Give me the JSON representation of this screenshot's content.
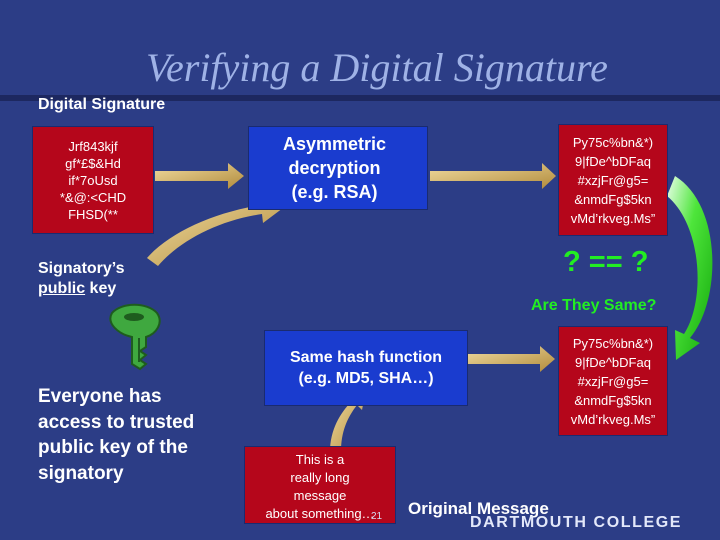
{
  "slide": {
    "title": "Verifying a Digital Signature",
    "digital_signature_label": "Digital Signature",
    "signature_text": "Jrf843kjf\ngf*£$&Hd\nif*7oUsd\n*&@:<CHD\nFHSD(**",
    "asymmetric_label": "Asymmetric\ndecryption\n(e.g. RSA)",
    "decrypted_hash_top": "Py75c%bn&*)\n9|fDe^bDFaq\n#xzjFr@g5=\n&nmdFg$5kn\nvMd’rkveg.Ms”",
    "compare_label": "? == ?",
    "are_same_label": "Are They Same?",
    "public_key_label_prefix": "Signatory’s",
    "public_key_label_underlined": "public",
    "public_key_label_suffix": " key",
    "everyone_text": "Everyone has\naccess to trusted\npublic key of the\nsignatory",
    "hash_function_label": "Same hash function\n(e.g. MD5, SHA…)",
    "computed_hash": "Py75c%bn&*)\n9|fDe^bDFaq\n#xzjFr@g5=\n&nmdFg$5kn\nvMd’rkveg.Ms”",
    "message_text": "This is a\nreally long\nmessage\nabout something…",
    "original_message_label": "Original Message",
    "page_number": "21",
    "footer_logo": "DARTMOUTH COLLEGE"
  },
  "colors": {
    "background": "#2c3d86",
    "title": "#9fb2e6",
    "box_blue": "#1a3ccf",
    "box_red": "#b5061b",
    "arrow_gold": "#c9a660",
    "arrow_green": "#22d014",
    "compare_text": "#22ee22",
    "key_green": "#3fa83f"
  },
  "icons": [
    "key-icon",
    "curved-arrow-icon",
    "big-arrow-icon"
  ]
}
